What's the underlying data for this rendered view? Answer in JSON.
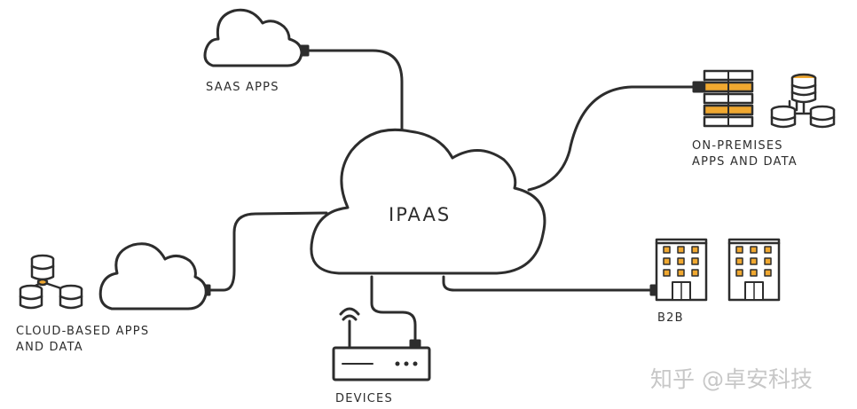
{
  "center_label": "IPAAS",
  "labels": {
    "saas": "SAAS APPS",
    "onprem_line1": "ON-PREMISES",
    "onprem_line2": "APPS AND DATA",
    "cloud_line1": "CLOUD-BASED APPS",
    "cloud_line2": "AND DATA",
    "b2b": "B2B",
    "devices": "DEVICES"
  },
  "watermark": "知乎 @卓安科技",
  "colors": {
    "stroke": "#2d2d2d",
    "accent": "#f0a830",
    "background": "#ffffff"
  }
}
